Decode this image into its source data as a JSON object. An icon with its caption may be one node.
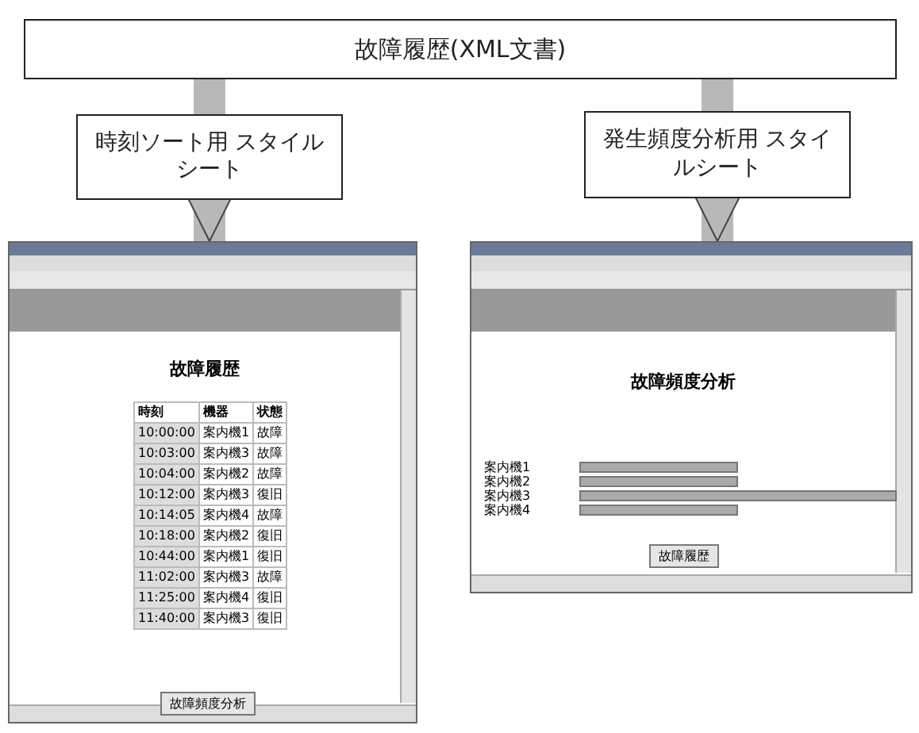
{
  "diagram": {
    "nodes": [
      {
        "text": [
          "故障履歴(XML文書)"
        ]
      },
      {
        "text": [
          "時刻ソート用 スタイルシート"
        ]
      },
      {
        "text": [
          "発生頻度分析用 スタイルシート"
        ]
      },
      {
        "text": [
          "故障履歴",
          "時刻",
          "機器",
          "状態",
          "10:00:00",
          "案内機1",
          "故障",
          "10:03:00",
          "案内機3",
          "故障",
          "10:04:00",
          "案内機2",
          "故障",
          "10:12:00",
          "案内機3",
          "復旧",
          "10:14:05",
          "案内機4",
          "故障",
          "10:18:00",
          "案内機2",
          "復旧",
          "10:44:00",
          "案内機1",
          "復旧",
          "11:02:00",
          "案内機3",
          "故障",
          "11:25:00",
          "案内機4",
          "復旧",
          "11:40:00",
          "案内機3",
          "復旧",
          "故障頻度分析"
        ]
      },
      {
        "text": [
          "故障頻度分析",
          "案内機1",
          "案内機2",
          "案内機3",
          "案内機4",
          "故障履歴"
        ]
      }
    ],
    "edges": [
      {
        "from": 0,
        "to": 1,
        "arrow": "none"
      },
      {
        "from": 1,
        "to": 3,
        "arrow": "to"
      },
      {
        "from": 0,
        "to": 2,
        "arrow": "none"
      },
      {
        "from": 2,
        "to": 4,
        "arrow": "to"
      }
    ]
  }
}
